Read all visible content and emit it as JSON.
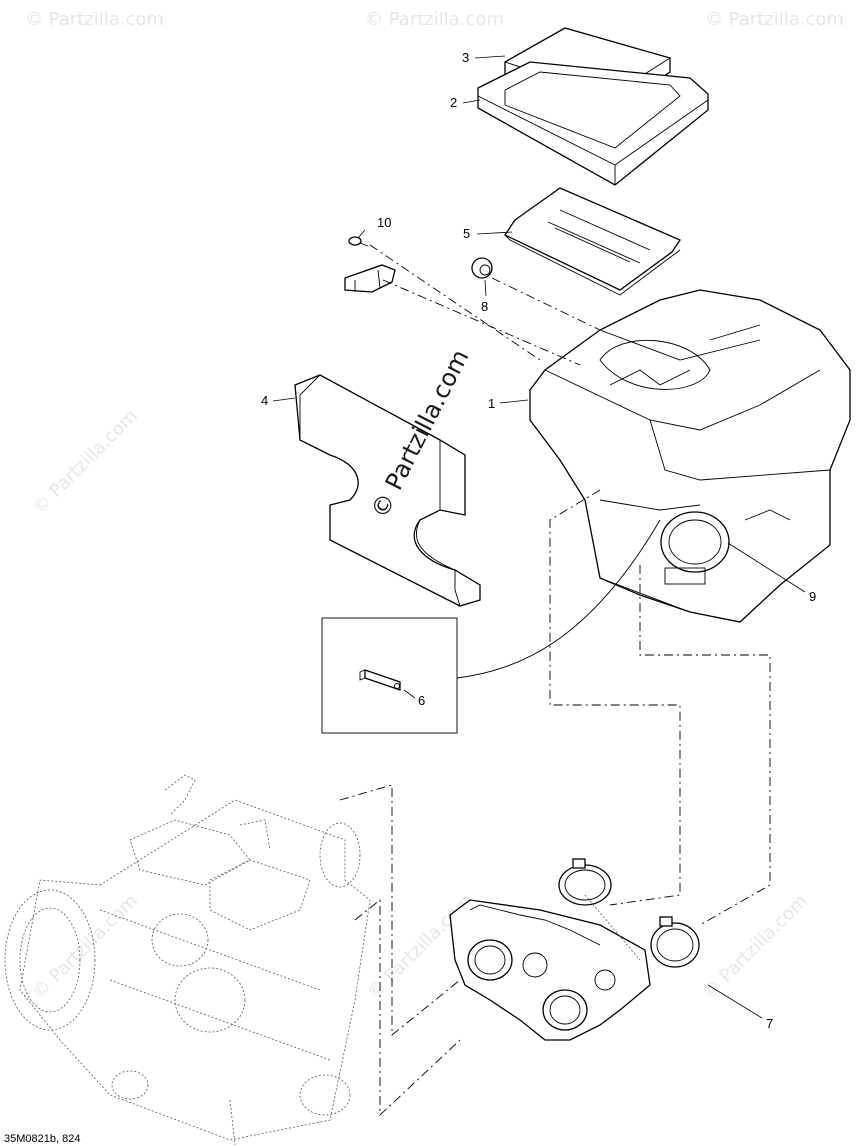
{
  "diagram": {
    "reference_code": "35M0821b, 824",
    "watermark_main": "© Partzilla.com",
    "watermark_small": "© Partzilla.com",
    "callouts": {
      "c1": "1",
      "c2": "2",
      "c3": "3",
      "c4": "4",
      "c5": "5",
      "c6": "6",
      "c7": "7",
      "c8": "8",
      "c9": "9",
      "c10": "10"
    }
  }
}
